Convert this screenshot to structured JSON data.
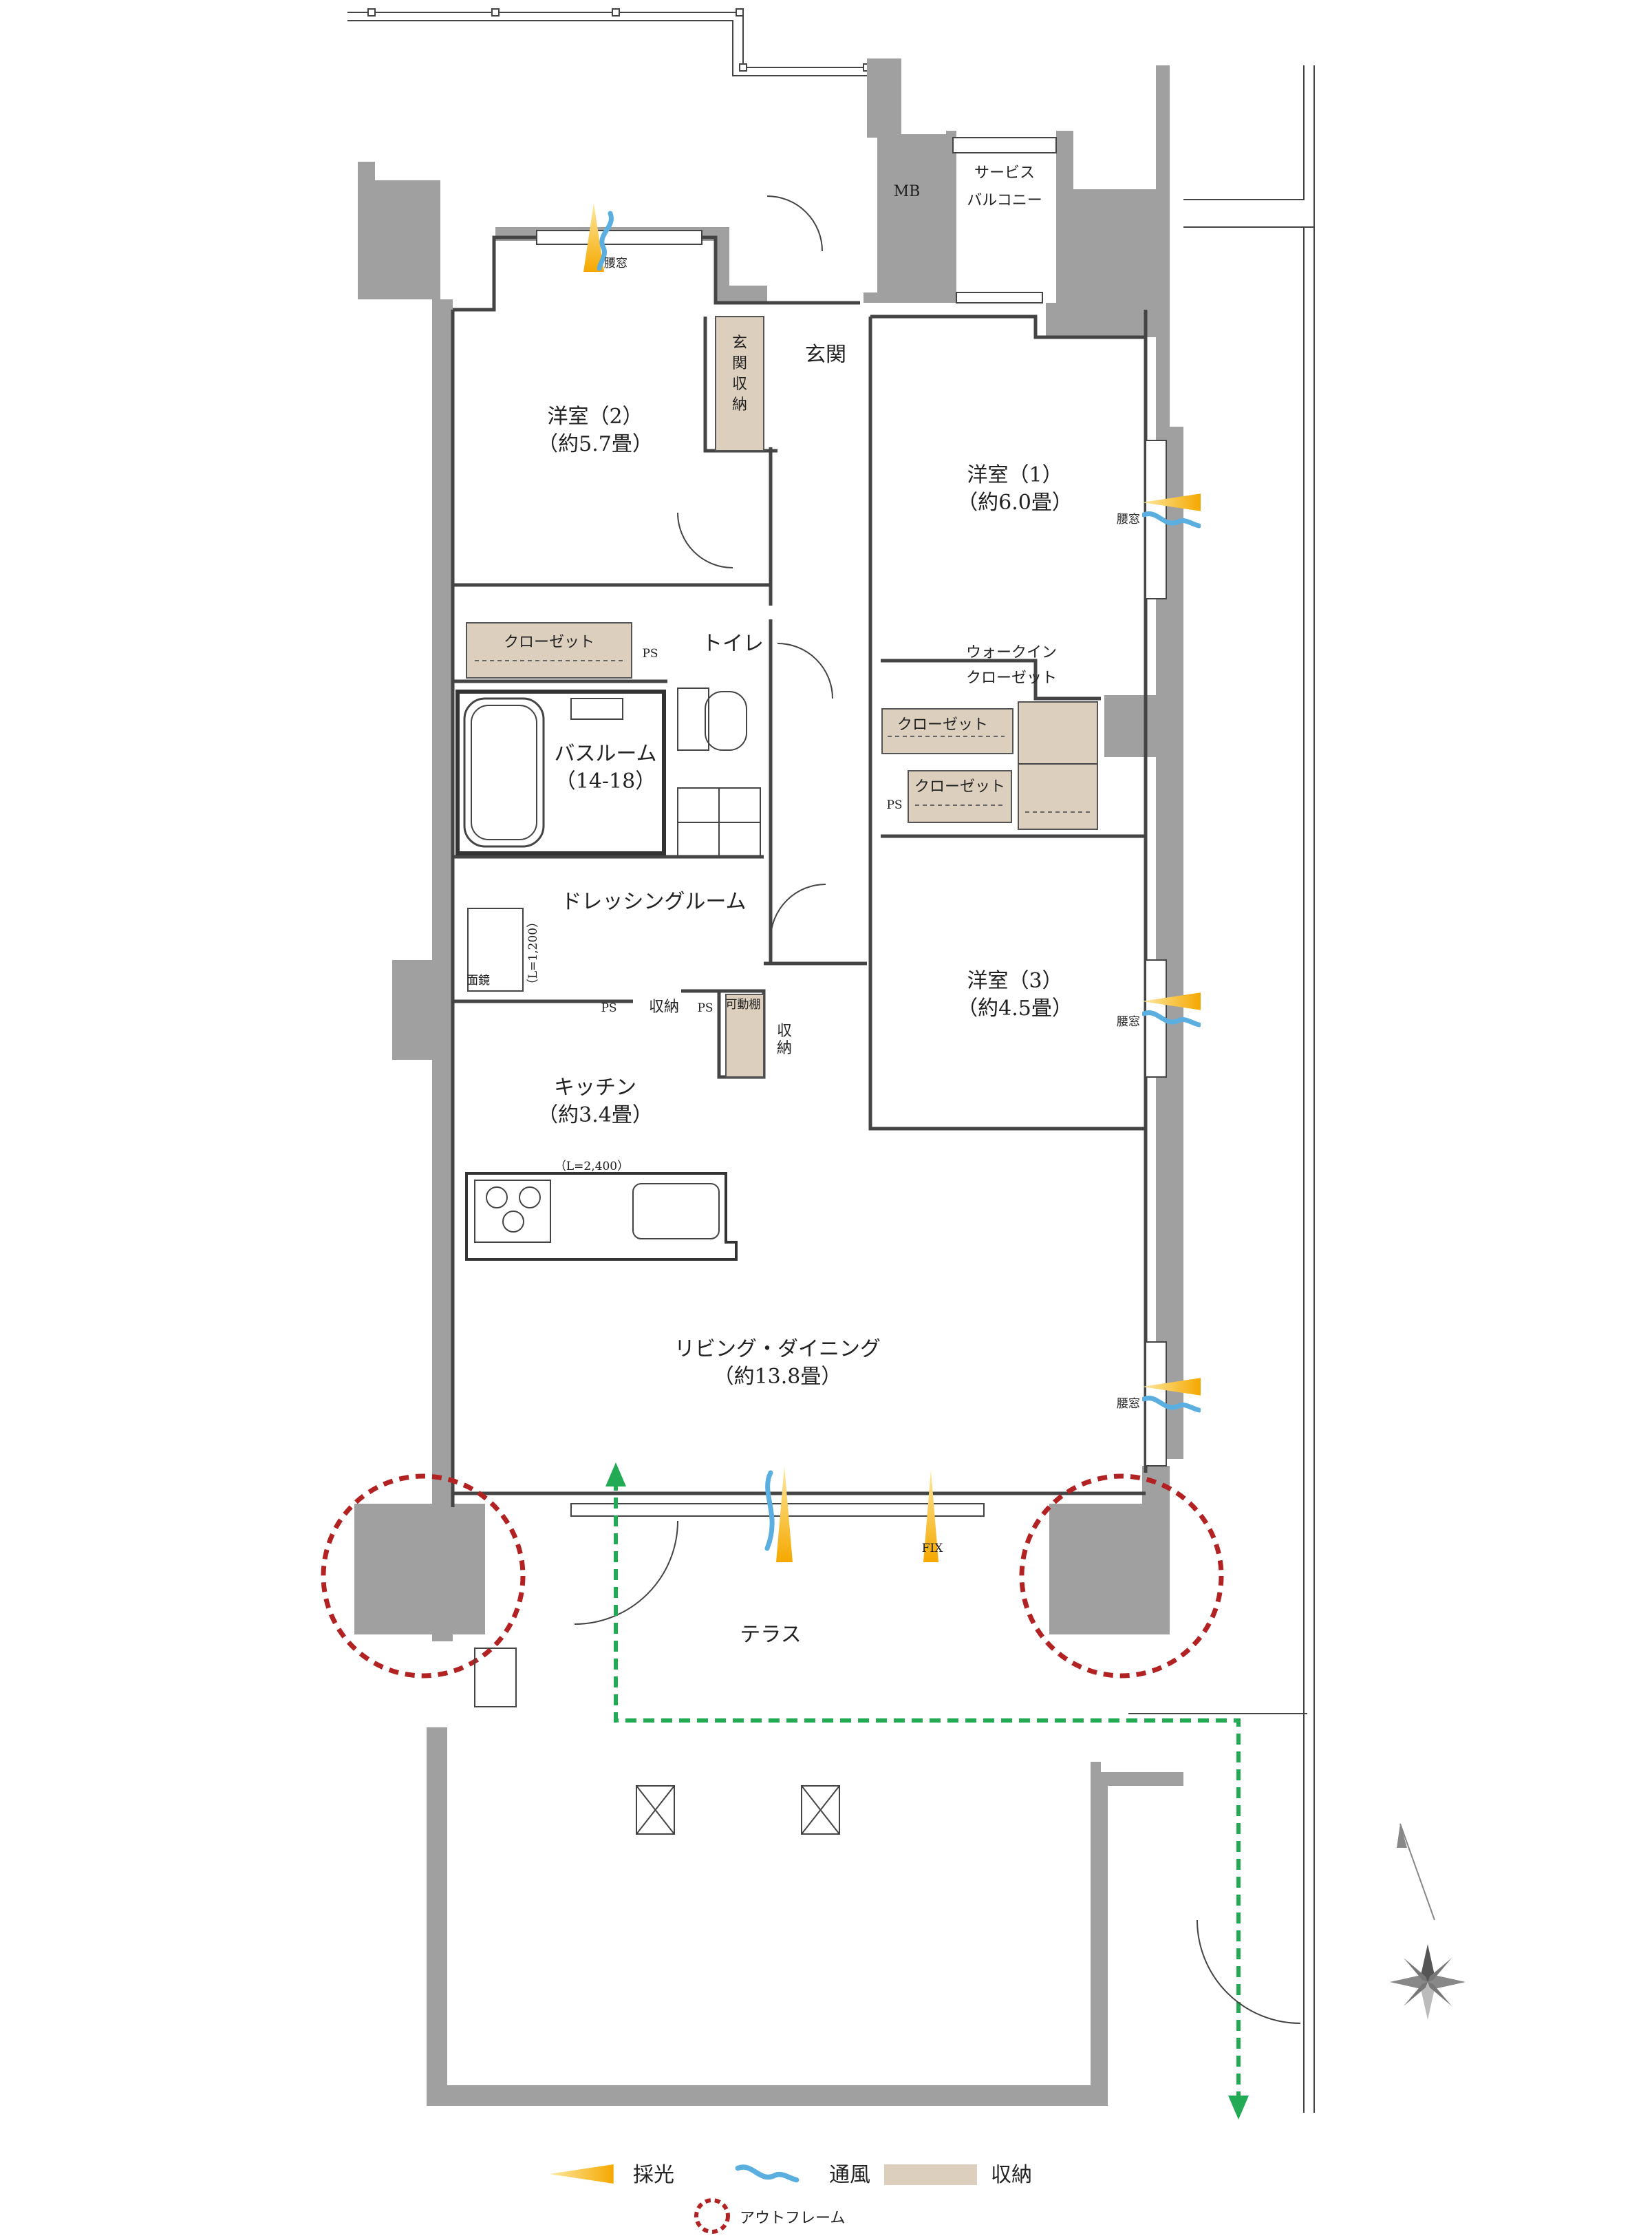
{
  "rooms": {
    "western2_name": "洋室（2）",
    "western2_size": "（約5.7畳）",
    "western1_name": "洋室（1）",
    "western1_size": "（約6.0畳）",
    "western3_name": "洋室（3）",
    "western3_size": "（約4.5畳）",
    "entrance": "玄関",
    "entrance_storage_1": "玄",
    "entrance_storage_2": "関",
    "entrance_storage_3": "収",
    "entrance_storage_4": "納",
    "service_balcony_1": "サービス",
    "service_balcony_2": "バルコニー",
    "mb": "MB",
    "toilet": "トイレ",
    "bathroom_name": "バスルーム",
    "bathroom_size": "（14-18）",
    "dressing": "ドレッシングルーム",
    "kitchen_name": "キッチン",
    "kitchen_size": "（約3.4畳）",
    "living_name": "リビング・ダイニング",
    "living_size": "（約13.8畳）",
    "walkin_1": "ウォークイン",
    "walkin_2": "クローゼット",
    "terrace": "テラス"
  },
  "labels": {
    "closet_w2": "クローゼット",
    "closet_a": "クローゼット",
    "closet_b": "クローゼット",
    "ps_1": "PS",
    "ps_2": "PS",
    "ps_3": "PS",
    "ps_4": "PS",
    "shuno": "収納",
    "kadoudana": "可動棚",
    "shuno_v1": "収",
    "shuno_v2": "納",
    "koshimado_top": "腰窓",
    "koshimado_r1": "腰窓",
    "koshimado_r3": "腰窓",
    "koshimado_ld": "腰窓",
    "fix": "FIX",
    "vanity_len": "（L=1,200）",
    "mirror": "面鏡",
    "kitchen_len": "（L=2,400）"
  },
  "legend": {
    "light": "採光",
    "wind": "通風",
    "storage": "収納",
    "outframe": "アウトフレーム"
  },
  "colors": {
    "wall": "#a0a0a0",
    "storage": "#dccfbe",
    "light": "#f5b82e",
    "wind": "#5aaee0",
    "outframe": "#b22222",
    "route": "#22aa55"
  }
}
